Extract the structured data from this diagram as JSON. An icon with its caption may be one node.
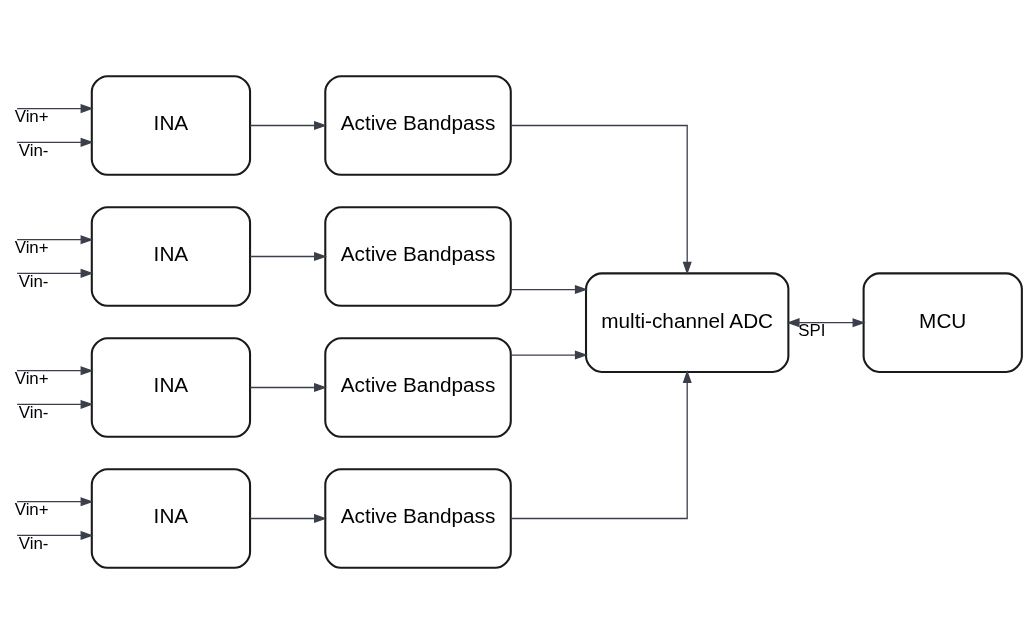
{
  "diagram": {
    "nodes": [
      {
        "text": [
          "INA"
        ]
      },
      {
        "text": [
          "Active Bandpass"
        ]
      },
      {
        "text": [
          "INA"
        ]
      },
      {
        "text": [
          "Active Bandpass"
        ]
      },
      {
        "text": [
          "multi-channel ADC"
        ]
      },
      {
        "text": [
          "MCU"
        ]
      },
      {
        "text": [
          "INA"
        ]
      },
      {
        "text": [
          "Active Bandpass"
        ]
      },
      {
        "text": [
          "INA"
        ]
      },
      {
        "text": [
          "Active Bandpass"
        ]
      }
    ],
    "edges": [
      {
        "from": null,
        "to": 0,
        "arrow": "to",
        "label": "Vin+"
      },
      {
        "from": null,
        "to": 0,
        "arrow": "to",
        "label": "Vin-"
      },
      {
        "from": null,
        "to": 2,
        "arrow": "to",
        "label": "Vin+"
      },
      {
        "from": null,
        "to": 2,
        "arrow": "to",
        "label": "Vin-"
      },
      {
        "from": null,
        "to": 6,
        "arrow": "to",
        "label": "Vin+"
      },
      {
        "from": null,
        "to": 6,
        "arrow": "to",
        "label": "Vin-"
      },
      {
        "from": null,
        "to": 8,
        "arrow": "to",
        "label": "Vin+"
      },
      {
        "from": null,
        "to": 8,
        "arrow": "to",
        "label": "Vin-"
      },
      {
        "from": 0,
        "to": 1,
        "arrow": "to"
      },
      {
        "from": 2,
        "to": 3,
        "arrow": "to"
      },
      {
        "from": 6,
        "to": 7,
        "arrow": "to"
      },
      {
        "from": 8,
        "to": 9,
        "arrow": "to"
      },
      {
        "from": 1,
        "to": 4,
        "arrow": "to"
      },
      {
        "from": 3,
        "to": 4,
        "arrow": "to"
      },
      {
        "from": 7,
        "to": 4,
        "arrow": "to"
      },
      {
        "from": 9,
        "to": 4,
        "arrow": "to"
      },
      {
        "from": 4,
        "to": 5,
        "arrow": "both",
        "label": "SPI"
      }
    ]
  }
}
